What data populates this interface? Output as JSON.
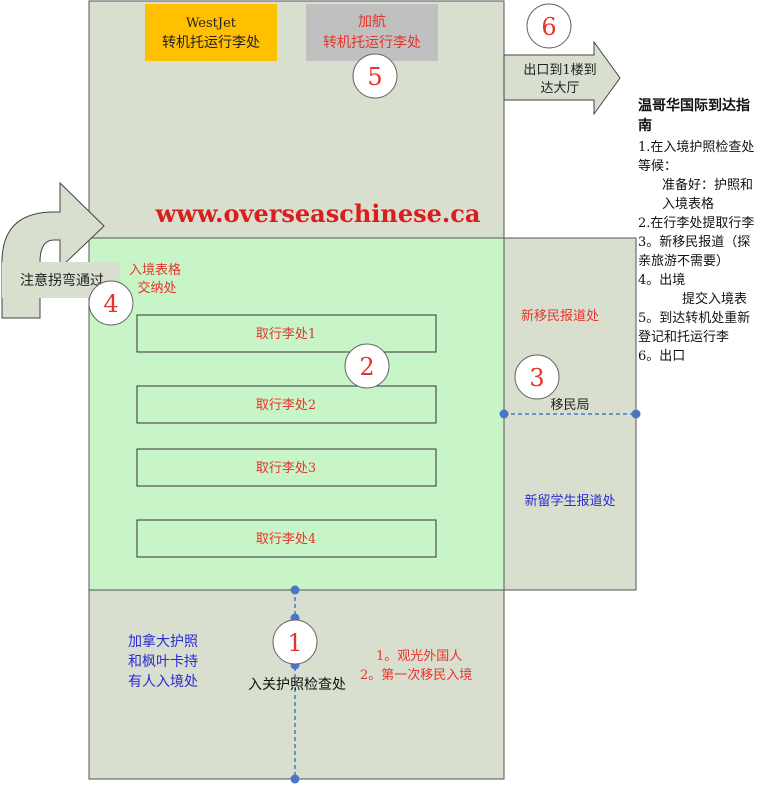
{
  "colors": {
    "zone_gray": "#d8dfcf",
    "zone_green": "#c8f5c8",
    "westjet_yellow": "#ffc000",
    "aircanada_gray": "#c0c0c0",
    "text_red": "#e8332a",
    "text_blue": "#2b2bd1",
    "website_red": "#d81e1e",
    "dot_blue": "#4a76c6"
  },
  "website": "www.overseaschinese.ca",
  "westjet": {
    "line1": "WestJet",
    "line2": "转机托运行李处"
  },
  "aircanada": {
    "line1": "加航",
    "line2": "转机托运行李处"
  },
  "exit_label": {
    "line1": "出口到1楼到",
    "line2": "达大厅"
  },
  "turn_label": "注意拐弯通过",
  "arrival_form": {
    "line1": "入境表格",
    "line2": "交纳处"
  },
  "baggage": [
    "取行李处1",
    "取行李处2",
    "取行李处3",
    "取行李处4"
  ],
  "new_immigrant": "新移民报道处",
  "immigration_office": "移民局",
  "new_student": "新留学生报道处",
  "canadian_holders": {
    "line1": "加拿大护照",
    "line2": "和枫叶卡持",
    "line3": "有人入境处"
  },
  "passport_check": "入关护照检查处",
  "visitor_types": {
    "line1": "1。观光外国人",
    "line2": "2。第一次移民入境"
  },
  "markers": [
    "1",
    "2",
    "3",
    "4",
    "5",
    "6"
  ],
  "guide": {
    "title": "温哥华国际到达指南",
    "lines": [
      "1.在入境护照检查处等候：",
      "准备好：护照和入境表格",
      "2.在行李处提取行李",
      "3。新移民报道（探亲旅游不需要）",
      "4。出境",
      "提交入境表",
      "5。到达转机处重新登记和托运行李",
      "6。出口"
    ]
  }
}
